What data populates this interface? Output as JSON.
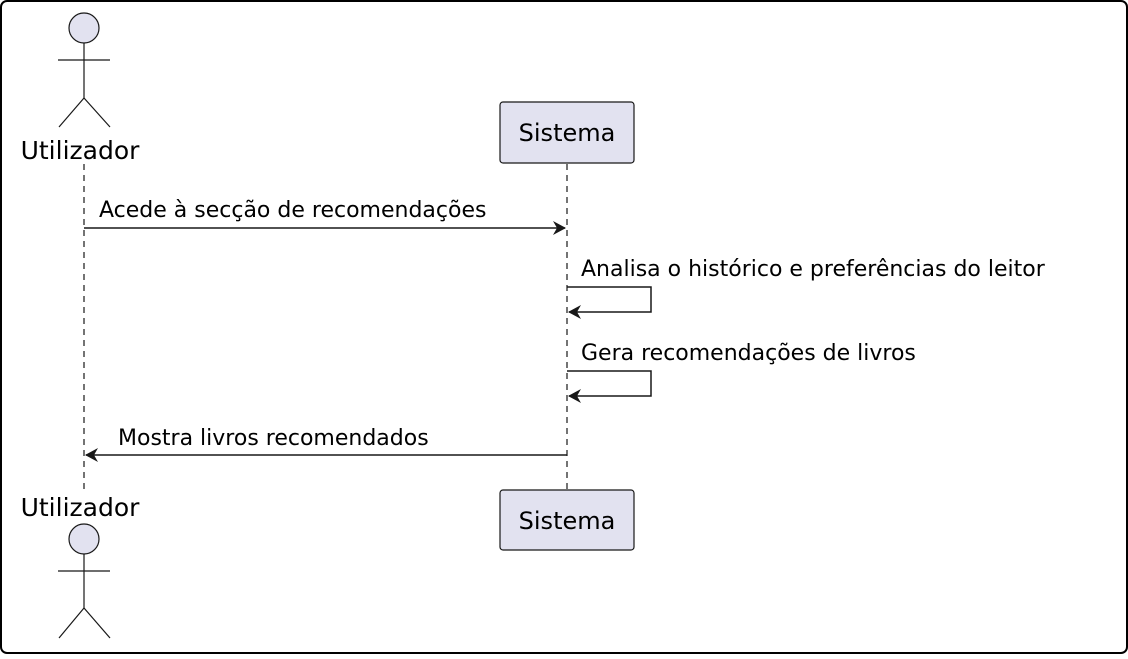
{
  "participants": {
    "actor": {
      "name": "Utilizador",
      "type": "actor"
    },
    "system": {
      "name": "Sistema",
      "type": "participant"
    }
  },
  "messages": [
    {
      "from": "Utilizador",
      "to": "Sistema",
      "label": "Acede à secção de recomendações"
    },
    {
      "from": "Sistema",
      "to": "Sistema",
      "label": "Analisa o histórico e preferências do leitor"
    },
    {
      "from": "Sistema",
      "to": "Sistema",
      "label": "Gera recomendações de livros"
    },
    {
      "from": "Sistema",
      "to": "Utilizador",
      "label": "Mostra livros recomendados"
    }
  ],
  "colors": {
    "participant_fill": "#e2e2f0",
    "participant_stroke": "#181818",
    "lifeline": "#181818",
    "arrow": "#181818",
    "frame": "#000000"
  }
}
